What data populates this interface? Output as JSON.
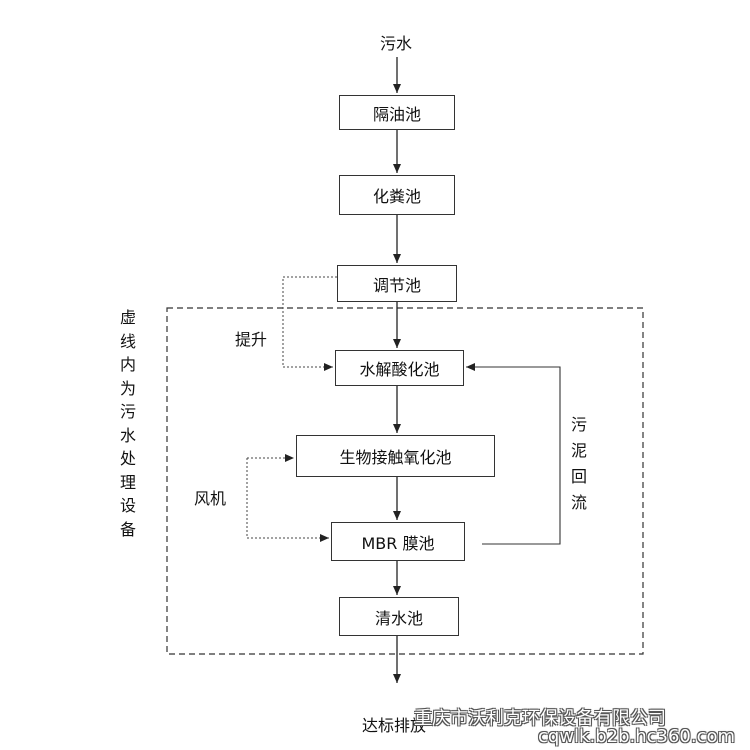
{
  "input_label": "污水",
  "output_label": "达标排放",
  "boxes": {
    "grease_trap": "隔油池",
    "septic_tank": "化粪池",
    "equalization_tank": "调节池",
    "hydrolysis_tank": "水解酸化池",
    "contact_oxidation_tank": "生物接触氧化池",
    "mbr_tank": "MBR 膜池",
    "clear_water_tank": "清水池"
  },
  "labels": {
    "lift": "提升",
    "blower": "风机",
    "sludge_return": "污泥回流",
    "dashed_area_note": "虚线内为污水处理设备"
  },
  "watermark": {
    "company": "重庆市沃利克环保设备有限公司",
    "url": "cqwlk.b2b.hc360.com"
  }
}
